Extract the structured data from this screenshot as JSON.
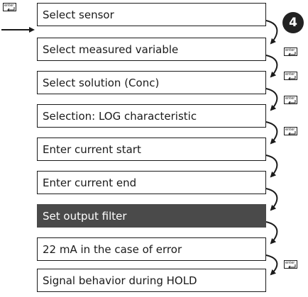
{
  "key_label": "enter",
  "step_number": "4",
  "steps": [
    {
      "label": "Select sensor"
    },
    {
      "label": "Select measured variable"
    },
    {
      "label": "Select solution (Conc)"
    },
    {
      "label": "Selection: LOG characteristic"
    },
    {
      "label": "Enter current start"
    },
    {
      "label": "Enter current end"
    },
    {
      "label": "Set output filter",
      "highlighted": true
    },
    {
      "label": "22 mA in the case of error"
    },
    {
      "label": "Signal behavior during HOLD"
    }
  ],
  "colors": {
    "box_border": "#1a1a1a",
    "highlight_fill": "#4a4a4a",
    "badge_fill": "#222222"
  }
}
